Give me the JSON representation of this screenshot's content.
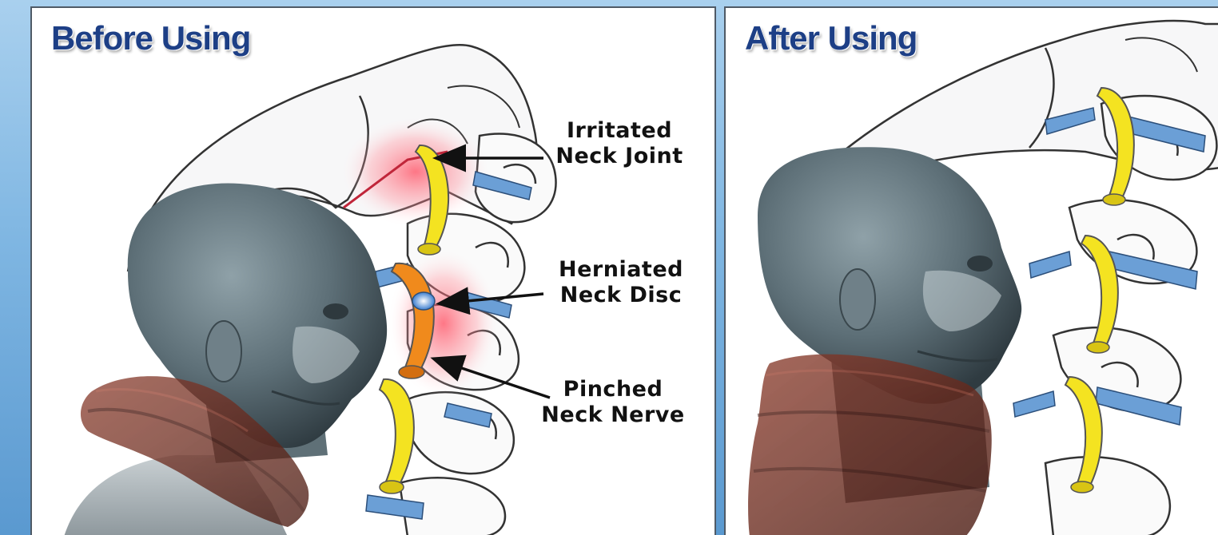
{
  "panels": {
    "before": {
      "title": "Before Using",
      "callouts": [
        {
          "line1": "Irritated",
          "line2": "Neck Joint"
        },
        {
          "line1": "Herniated",
          "line2": "Neck Disc"
        },
        {
          "line1": "Pinched",
          "line2": "Neck Nerve"
        }
      ]
    },
    "after": {
      "title": "After Using"
    }
  },
  "colors": {
    "title": "#1d3f86",
    "disc_normal": "#f4e321",
    "disc_herniated": "#f08a1c",
    "nerve": "#6b9fd6",
    "inflammation": "#ff5a6a",
    "collar": "#6e2c1f",
    "head": "#5d6f77",
    "background_top": "#a9d0ee",
    "background_bottom": "#5a99d0"
  },
  "icons": [
    "head-illustration",
    "spine-illustration",
    "neck-collar-illustration",
    "arrow-icon"
  ]
}
